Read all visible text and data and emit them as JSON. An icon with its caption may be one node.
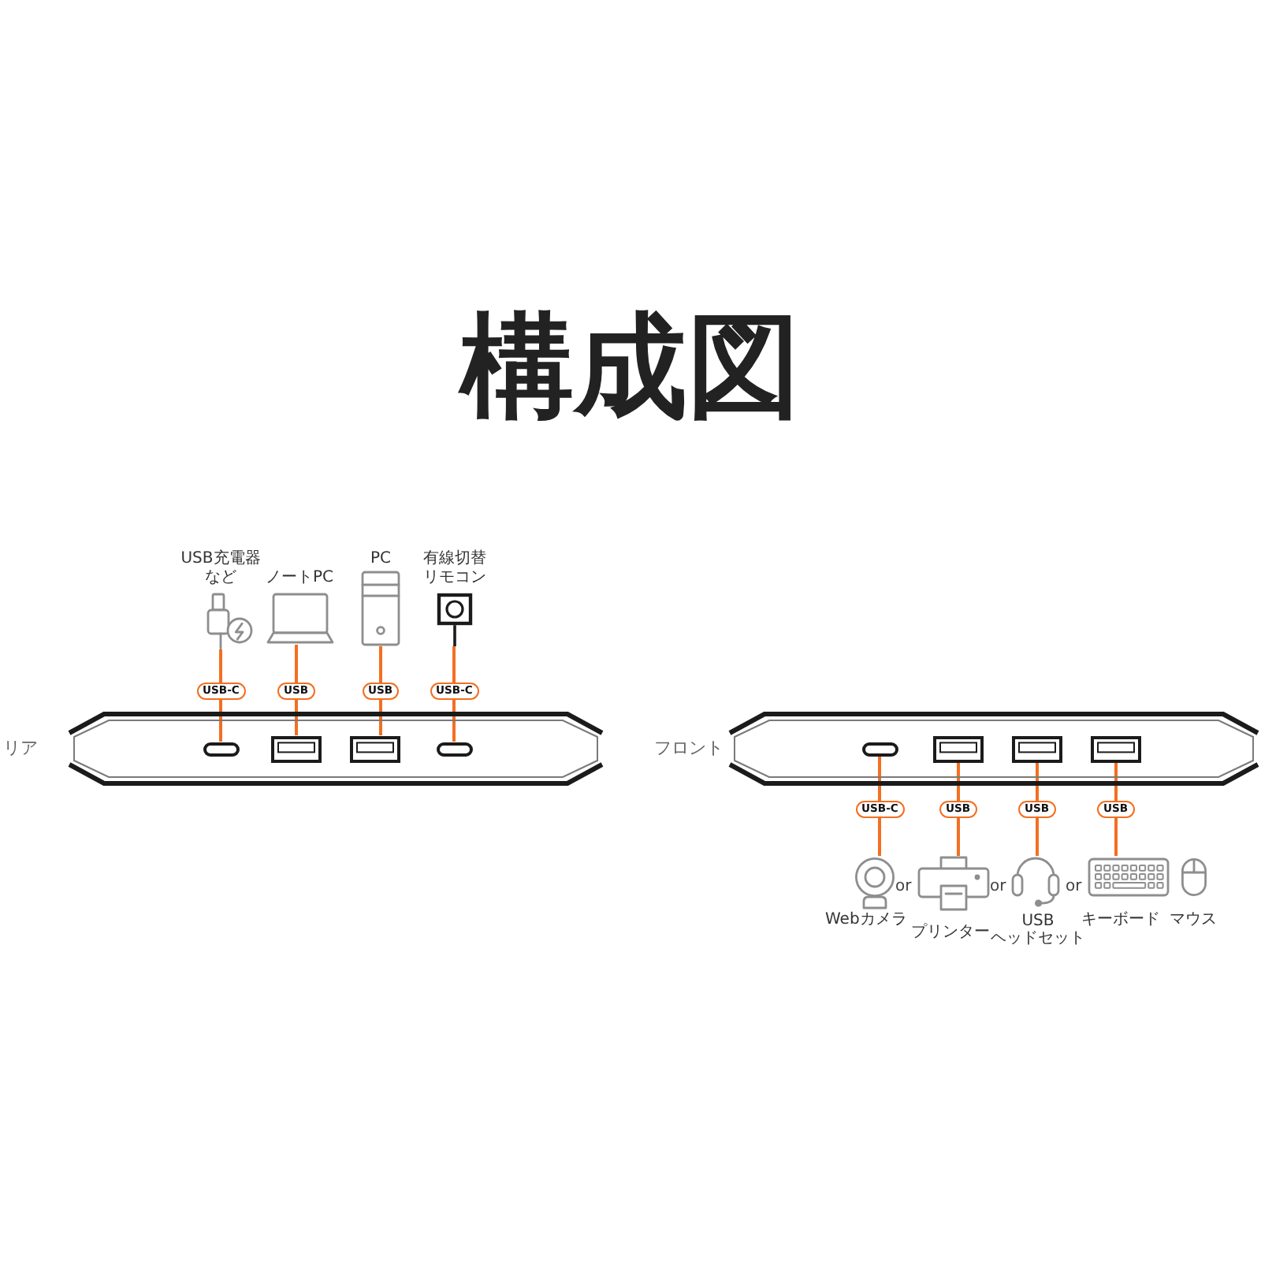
{
  "diagram": {
    "title": "構成図",
    "nodes": [
      {
        "text": [
          "USB充電器など"
        ]
      },
      {
        "text": [
          "ノートPC"
        ]
      },
      {
        "text": [
          "PC"
        ]
      },
      {
        "text": [
          "有線切替リモコン"
        ]
      },
      {
        "text": [
          "リア"
        ]
      },
      {
        "text": [],
        "shape": "slot",
        "in": 4
      },
      {
        "text": [],
        "shape": "box",
        "in": 4
      },
      {
        "text": [],
        "shape": "box",
        "in": 4
      },
      {
        "text": [],
        "shape": "slot",
        "in": 4
      },
      {
        "text": [
          "フロント"
        ]
      },
      {
        "text": [],
        "shape": "slot",
        "in": 9
      },
      {
        "text": [],
        "shape": "box",
        "in": 9
      },
      {
        "text": [],
        "shape": "box",
        "in": 9
      },
      {
        "text": [],
        "shape": "box",
        "in": 9
      },
      {
        "text": [
          "Webカメラ"
        ]
      },
      {
        "text": [
          "プリンター"
        ]
      },
      {
        "text": [
          "USBヘッドセット"
        ]
      },
      {
        "text": [
          "キーボード"
        ]
      },
      {
        "text": [
          "マウス"
        ]
      }
    ],
    "edges": [
      {
        "from": 0,
        "to": 5,
        "label": "USB-C",
        "arrow": "none"
      },
      {
        "from": 1,
        "to": 6,
        "label": "USB",
        "arrow": "none"
      },
      {
        "from": 2,
        "to": 7,
        "label": "USB",
        "arrow": "none"
      },
      {
        "from": 3,
        "to": 8,
        "label": "USB-C",
        "arrow": "none"
      },
      {
        "from": 10,
        "to": 14,
        "label": "USB-C",
        "arrow": "none"
      },
      {
        "from": 11,
        "to": 15,
        "label": "USB",
        "arrow": "none"
      },
      {
        "from": 12,
        "to": 16,
        "label": "USB",
        "arrow": "none"
      },
      {
        "from": 13,
        "to": 17,
        "label": "USB",
        "arrow": "none"
      }
    ],
    "labels": [
      "or",
      "or",
      "or"
    ]
  }
}
